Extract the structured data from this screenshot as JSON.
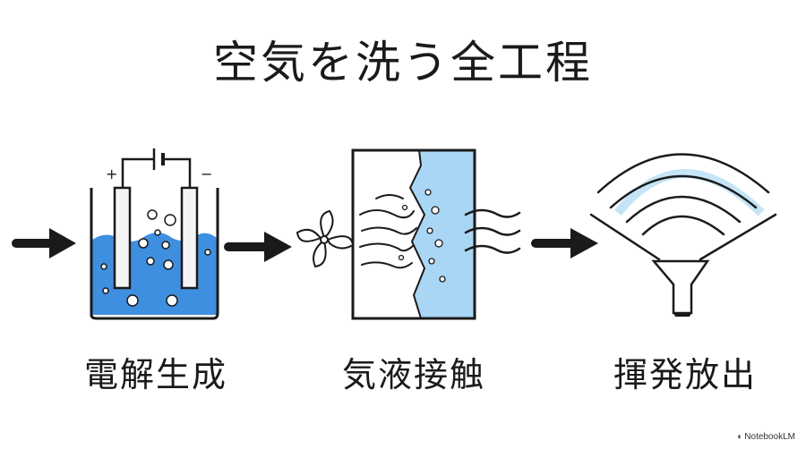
{
  "title": "空気を洗う全工程",
  "steps": [
    {
      "label": "電解生成",
      "icon": "electrolysis-cell-icon"
    },
    {
      "label": "気液接触",
      "icon": "gas-liquid-contact-icon"
    },
    {
      "label": "揮発放出",
      "icon": "volatile-release-icon"
    }
  ],
  "electrode_signs": {
    "positive": "+",
    "negative": "−",
    "anode": "⊕",
    "cathode": "⊖"
  },
  "watermark": "NotebookLM",
  "colors": {
    "water": "#3f8fe0",
    "water_light": "#a9d6f5",
    "ink": "#1a1a1a",
    "glow": "#9fd3f0"
  }
}
